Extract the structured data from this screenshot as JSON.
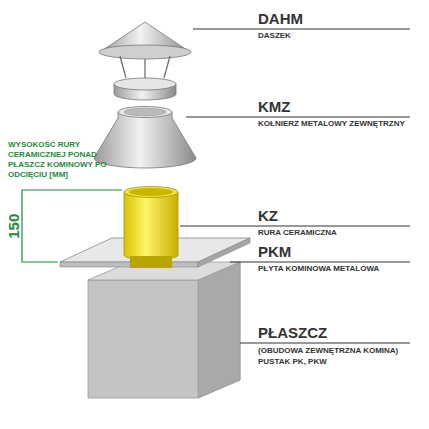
{
  "diagram": {
    "labels": [
      "DAHM",
      "DASZEK",
      "KMZ",
      "KOŁNIERZ METALOWY ZEWNĘTRZNY",
      "WYSOKOŚĆ RURY CERAMICZNEJ PONAD PŁASZCZ KOMINOWY PO ODCIĘCIU [MM]",
      "150",
      "KZ",
      "RURA CERAMICZNA",
      "PKM",
      "PŁYTA KOMINOWA METALOWA",
      "PŁASZCZ",
      "(OBUDOWA ZEWNĘTRZNA KOMINA)",
      "PUSTAK PK, PKW"
    ]
  }
}
